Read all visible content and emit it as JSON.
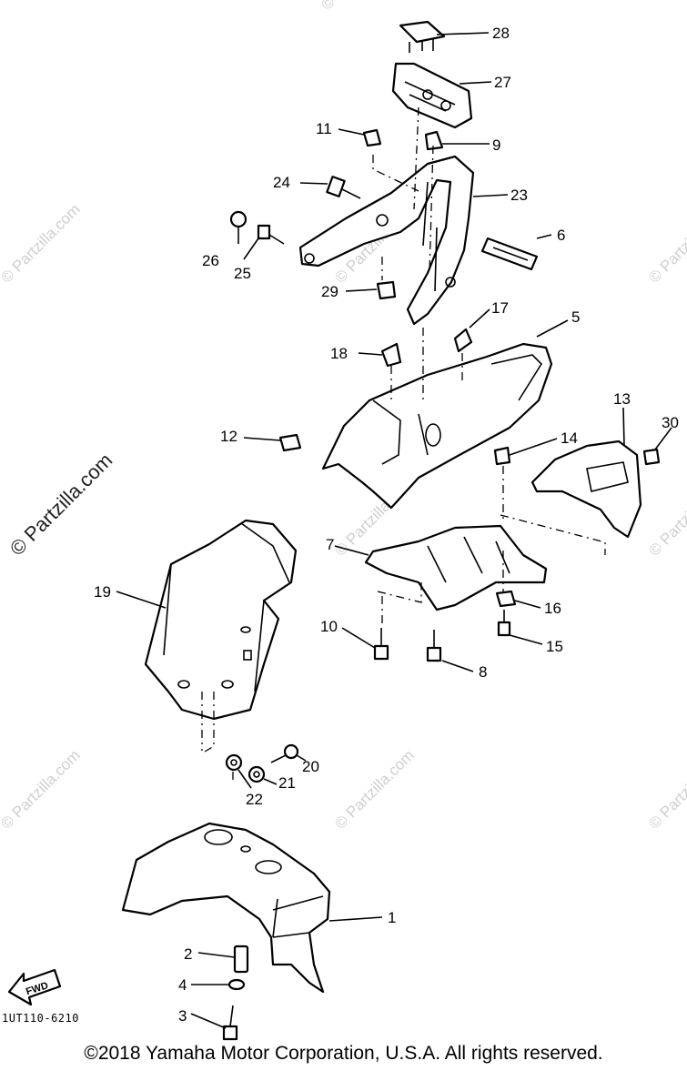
{
  "watermarks": [
    "© Partzilla.com",
    "© Partzilla.com",
    "© Partzilla.com",
    "© Partzilla.com",
    "© Partzilla.com",
    "© Partzilla.com",
    "© Partzilla.com",
    "© Partzilla.com",
    "© Partzilla.com",
    "© Partzilla.com"
  ],
  "labels": {
    "p1": "1",
    "p2": "2",
    "p3": "3",
    "p4": "4",
    "p5": "5",
    "p6": "6",
    "p7": "7",
    "p8": "8",
    "p9": "9",
    "p10": "10",
    "p11": "11",
    "p12": "12",
    "p13": "13",
    "p14": "14",
    "p15": "15",
    "p16": "16",
    "p17": "17",
    "p18": "18",
    "p19": "19",
    "p20": "20",
    "p21": "21",
    "p22": "22",
    "p23": "23",
    "p24": "24",
    "p25": "25",
    "p26": "26",
    "p27": "27",
    "p28": "28",
    "p29": "29",
    "p30": "30"
  },
  "fwd_label": "FWD",
  "figure_code": "1UT110-6210",
  "copyright": "©2018  Yamaha Motor Corporation, U.S.A. All rights reserved."
}
